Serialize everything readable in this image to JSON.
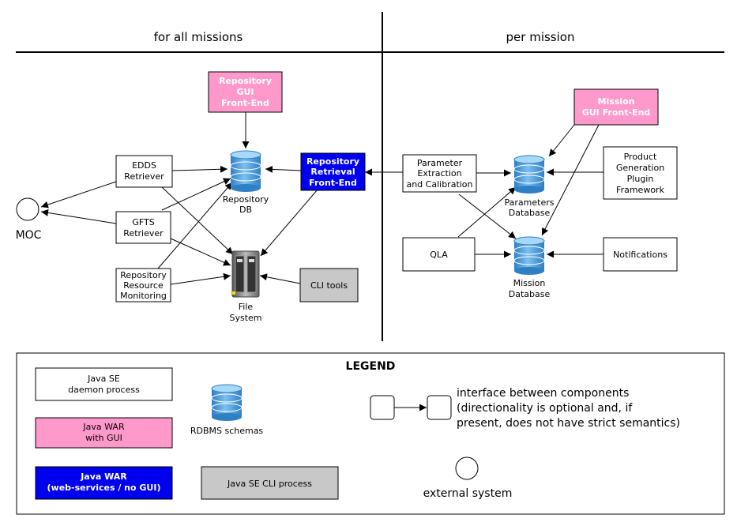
{
  "headers": {
    "left": "for all missions",
    "right": "per mission"
  },
  "colors": {
    "pink": "#ff99cc",
    "blue": "#0000ee",
    "gray": "#c8c8c8",
    "db": "#4a9fdc"
  },
  "nodes": {
    "repo_gui": [
      "Repository",
      "GUI",
      "Front-End"
    ],
    "repo_retrieval": [
      "Repository",
      "Retrieval",
      "Front-End"
    ],
    "edds": [
      "EDDS",
      "Retriever"
    ],
    "gfts": [
      "GFTS",
      "Retriever"
    ],
    "monitoring": [
      "Repository",
      "Resource",
      "Monitoring"
    ],
    "cli_tools": "CLI tools",
    "repo_db": [
      "Repository",
      "DB"
    ],
    "file_system": [
      "File",
      "System"
    ],
    "moc": "MOC",
    "param_extraction": [
      "Parameter",
      "Extraction",
      "and Calibration"
    ],
    "qla": "QLA",
    "mission_gui": [
      "Mission",
      "GUI Front-End"
    ],
    "product_gen": [
      "Product",
      "Generation",
      "Plugin",
      "Framework"
    ],
    "notifications": "Notifications",
    "params_db": [
      "Parameters",
      "Database"
    ],
    "mission_db": [
      "Mission",
      "Database"
    ]
  },
  "legend": {
    "title": "LEGEND",
    "java_se": [
      "Java SE",
      "daemon process"
    ],
    "java_war_gui": [
      "Java WAR",
      "with GUI"
    ],
    "java_war_ws": [
      "Java WAR",
      "(web-services / no GUI)"
    ],
    "java_cli": "Java SE CLI process",
    "rdbms": "RDBMS schemas",
    "interface": [
      "interface between components",
      "(directionality is optional and, if",
      "present, does not have strict semantics)"
    ],
    "external": "external system"
  }
}
